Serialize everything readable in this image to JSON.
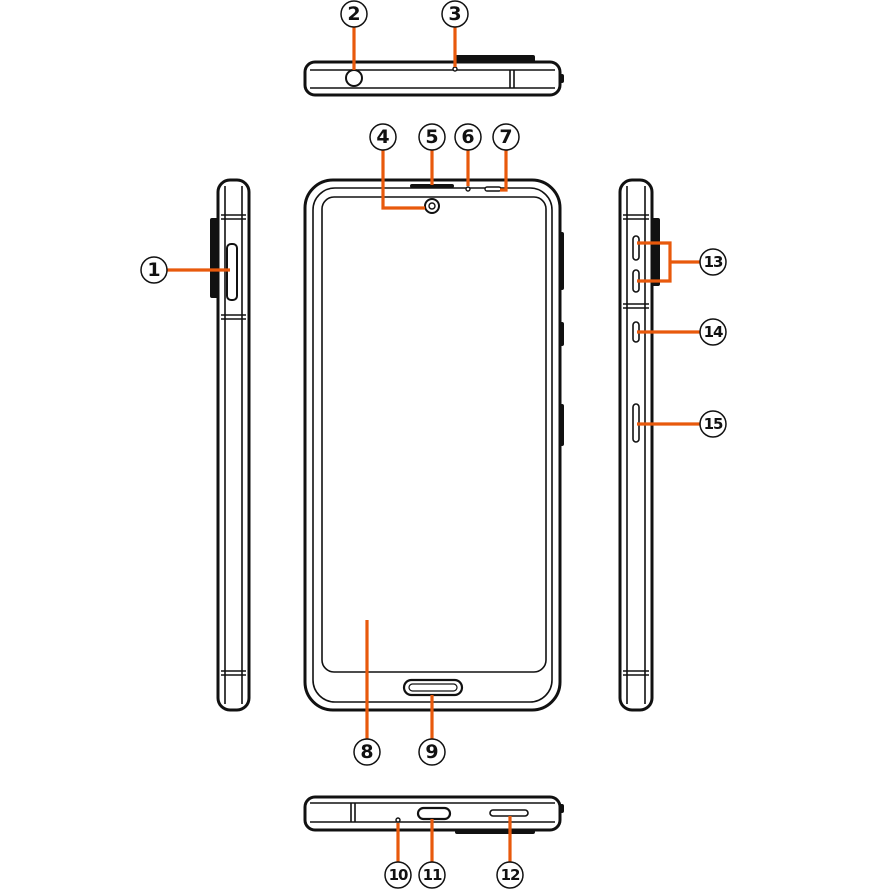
{
  "colors": {
    "leader": "#e8590c",
    "outline": "#111111"
  },
  "views": [
    "top-edge",
    "front",
    "left-side",
    "right-side",
    "bottom-edge"
  ],
  "labels": {
    "n1": "1",
    "n2": "2",
    "n3": "3",
    "n4": "4",
    "n5": "5",
    "n6": "6",
    "n7": "7",
    "n8": "8",
    "n9": "9",
    "n10": "10",
    "n11": "11",
    "n12": "12",
    "n13": "13",
    "n14": "14",
    "n15": "15"
  }
}
